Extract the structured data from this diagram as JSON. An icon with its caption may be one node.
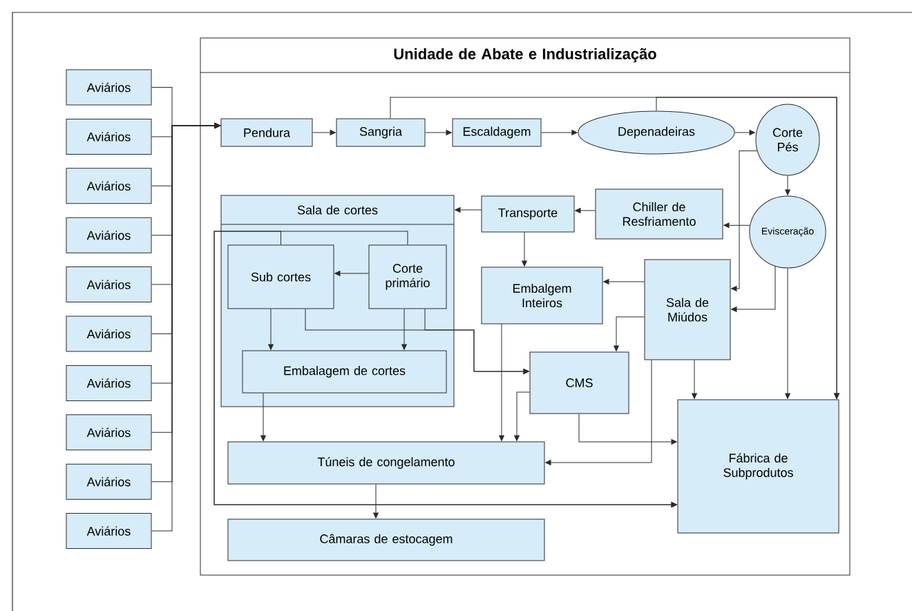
{
  "diagram": {
    "nodes": [
      {
        "text": [
          "Unidade de Abate e Industrialização"
        ]
      },
      {
        "text": [
          "Aviários"
        ]
      },
      {
        "text": [
          "Aviários"
        ]
      },
      {
        "text": [
          "Aviários"
        ]
      },
      {
        "text": [
          "Aviários"
        ]
      },
      {
        "text": [
          "Aviários"
        ]
      },
      {
        "text": [
          "Aviários"
        ]
      },
      {
        "text": [
          "Aviários"
        ]
      },
      {
        "text": [
          "Aviários"
        ]
      },
      {
        "text": [
          "Aviários"
        ]
      },
      {
        "text": [
          "Aviários"
        ]
      },
      {
        "text": [
          "Pendura"
        ],
        "in": 0
      },
      {
        "text": [
          "Sangria"
        ],
        "in": 0
      },
      {
        "text": [
          "Escaldagem"
        ],
        "in": 0
      },
      {
        "text": [
          "Depenadeiras"
        ],
        "in": 0
      },
      {
        "text": [
          "Corte Pés"
        ],
        "in": 0
      },
      {
        "text": [
          "Chiller de Resfriamento"
        ],
        "in": 0
      },
      {
        "text": [
          "Transporte"
        ],
        "in": 0
      },
      {
        "text": [
          "Evisceração"
        ],
        "in": 0
      },
      {
        "text": [
          "Sala de cortes"
        ],
        "in": 0
      },
      {
        "text": [
          "Sub cortes"
        ],
        "in": 19
      },
      {
        "text": [
          "Corte primário"
        ],
        "in": 19
      },
      {
        "text": [
          "Embalagem de cortes"
        ],
        "in": 19
      },
      {
        "text": [
          "Embalgem Inteiros"
        ],
        "in": 0
      },
      {
        "text": [
          "Sala de Miúdos"
        ],
        "in": 0
      },
      {
        "text": [
          "CMS"
        ],
        "in": 0
      },
      {
        "text": [
          "Túneis de congelamento"
        ],
        "in": 0
      },
      {
        "text": [
          "Fábrica de Subprodutos"
        ],
        "in": 0
      },
      {
        "text": [
          "Câmaras de estocagem"
        ],
        "in": 0
      }
    ],
    "edges": [
      {
        "from": 1,
        "to": 11,
        "arrow": "to"
      },
      {
        "from": 2,
        "to": 11,
        "arrow": "to"
      },
      {
        "from": 3,
        "to": 11,
        "arrow": "to"
      },
      {
        "from": 4,
        "to": 11,
        "arrow": "to"
      },
      {
        "from": 5,
        "to": 11,
        "arrow": "to"
      },
      {
        "from": 6,
        "to": 11,
        "arrow": "to"
      },
      {
        "from": 7,
        "to": 11,
        "arrow": "to"
      },
      {
        "from": 8,
        "to": 11,
        "arrow": "to"
      },
      {
        "from": 9,
        "to": 11,
        "arrow": "to"
      },
      {
        "from": 10,
        "to": 11,
        "arrow": "to"
      },
      {
        "from": 11,
        "to": 12,
        "arrow": "to"
      },
      {
        "from": 12,
        "to": 13,
        "arrow": "to"
      },
      {
        "from": 13,
        "to": 14,
        "arrow": "to"
      },
      {
        "from": 14,
        "to": 15,
        "arrow": "to"
      },
      {
        "from": 12,
        "to": 27,
        "arrow": "to"
      },
      {
        "from": 14,
        "to": 27,
        "arrow": "to"
      },
      {
        "from": 15,
        "to": 18,
        "arrow": "to"
      },
      {
        "from": 15,
        "to": 24,
        "arrow": "to"
      },
      {
        "from": 18,
        "to": 16,
        "arrow": "to"
      },
      {
        "from": 18,
        "to": 24,
        "arrow": "to"
      },
      {
        "from": 18,
        "to": 27,
        "arrow": "to"
      },
      {
        "from": 16,
        "to": 17,
        "arrow": "to"
      },
      {
        "from": 17,
        "to": 19,
        "arrow": "to"
      },
      {
        "from": 17,
        "to": 23,
        "arrow": "to"
      },
      {
        "from": 21,
        "to": 20,
        "arrow": "to"
      },
      {
        "from": 20,
        "to": 22,
        "arrow": "to"
      },
      {
        "from": 21,
        "to": 22,
        "arrow": "to"
      },
      {
        "from": 20,
        "to": 25,
        "arrow": "to"
      },
      {
        "from": 21,
        "to": 25,
        "arrow": "to"
      },
      {
        "from": 20,
        "to": 27,
        "arrow": "to"
      },
      {
        "from": 21,
        "to": 27,
        "arrow": "to"
      },
      {
        "from": 24,
        "to": 23,
        "arrow": "to"
      },
      {
        "from": 24,
        "to": 25,
        "arrow": "to"
      },
      {
        "from": 24,
        "to": 27,
        "arrow": "to"
      },
      {
        "from": 24,
        "to": 26,
        "arrow": "to"
      },
      {
        "from": 22,
        "to": 26,
        "arrow": "to"
      },
      {
        "from": 23,
        "to": 26,
        "arrow": "to"
      },
      {
        "from": 25,
        "to": 26,
        "arrow": "to"
      },
      {
        "from": 25,
        "to": 27,
        "arrow": "to"
      },
      {
        "from": 26,
        "to": 28,
        "arrow": "to"
      }
    ]
  }
}
